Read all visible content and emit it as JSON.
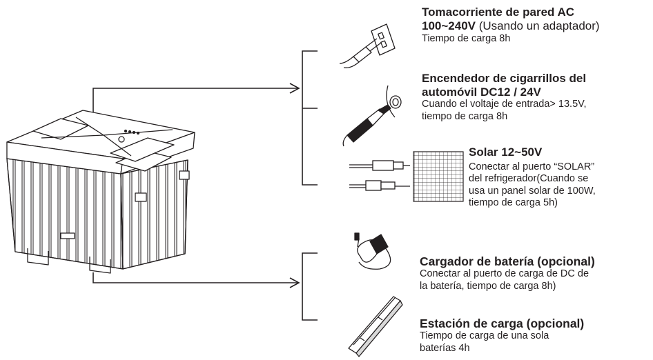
{
  "options": [
    {
      "title_bold": "Tomacorriente de pared AC",
      "title_bold_2": "100~240V",
      "title_regular": " (Usando un adaptador)",
      "desc": "Tiempo de carga 8h"
    },
    {
      "title_bold": "Encendedor de cigarrillos del",
      "title_bold_2": "automóvil DC12 / 24V",
      "desc_1": "Cuando el voltaje de entrada> 13.5V,",
      "desc_2": "tiempo de carga 8h"
    },
    {
      "title_bold": "Solar 12~50V",
      "desc_1": "Conectar al puerto “SOLAR”",
      "desc_2": "del refrigerador(Cuando se",
      "desc_3": "usa un panel solar de 100W,",
      "desc_4": "tiempo de carga 5h)"
    },
    {
      "title_bold": "Cargador de batería (opcional)",
      "desc_1": "Conectar al puerto de carga de DC de",
      "desc_2": "la batería, tiempo de carga 8h)"
    },
    {
      "title_bold": "Estación de carga (opcional)",
      "desc_1": "Tiempo de carga de una sola",
      "desc_2": "baterías 4h"
    }
  ],
  "colors": {
    "line": "#231f20",
    "background": "#ffffff"
  },
  "icons": [
    "refrigerator-icon",
    "wall-socket-plug-icon",
    "cigarette-lighter-plug-icon",
    "solar-connector-icon",
    "solar-panel-icon",
    "battery-charger-icon",
    "charging-station-icon"
  ]
}
